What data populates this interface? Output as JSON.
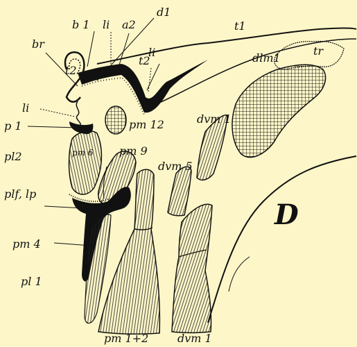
{
  "figure": {
    "labels": {
      "b1": "b 1",
      "li_top": "li",
      "a2": "a2",
      "d1": "d1",
      "t1": "t1",
      "br": "br",
      "t2_left": "t2",
      "t2_mid": "t2",
      "li_mid": "li",
      "dlm1": "dlm1",
      "tr": "tr",
      "li_left": "li",
      "p1": "p 1",
      "pm12": "pm 12",
      "dvm1_top": "dvm 1",
      "pl2": "pl2",
      "pm6": "pm 6",
      "pm9": "pm 9",
      "dvm5": "dvm 5",
      "plf_lp": "plf, lp",
      "D": "D",
      "pm4": "pm 4",
      "pl1": "pl 1",
      "pm12_bottom": "pm 1+2",
      "dvm1_bottom": "dvm 1"
    }
  }
}
